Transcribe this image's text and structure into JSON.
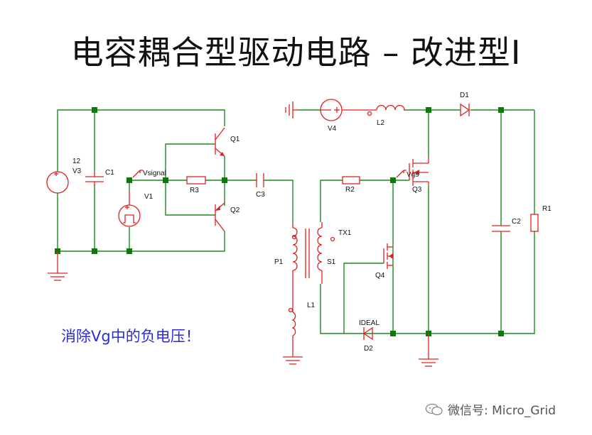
{
  "title": "电容耦合型驱动电路 – 改进型I",
  "note": "消除Vg中的负电压！",
  "watermark": "微信号: Micro_Grid",
  "colors": {
    "wire": "#1f8a1f",
    "component": "#e02020",
    "node": "#0b7a0b",
    "note": "#2b2bd6"
  },
  "labels": {
    "v3": "V3",
    "v3_value": "12",
    "c1": "C1",
    "vsignal": "Vsignal",
    "v1": "V1",
    "r3": "R3",
    "q1": "Q1",
    "q2": "Q2",
    "c3": "C3",
    "v4": "V4",
    "l2": "L2",
    "d1": "D1",
    "vgs": "Vgs",
    "r2": "R2",
    "q3": "Q3",
    "tx1": "TX1",
    "p1": "P1",
    "s1": "S1",
    "q4": "Q4",
    "l1": "L1",
    "ideal": "IDEAL",
    "d2": "D2",
    "c2": "C2",
    "r1": "R1"
  }
}
